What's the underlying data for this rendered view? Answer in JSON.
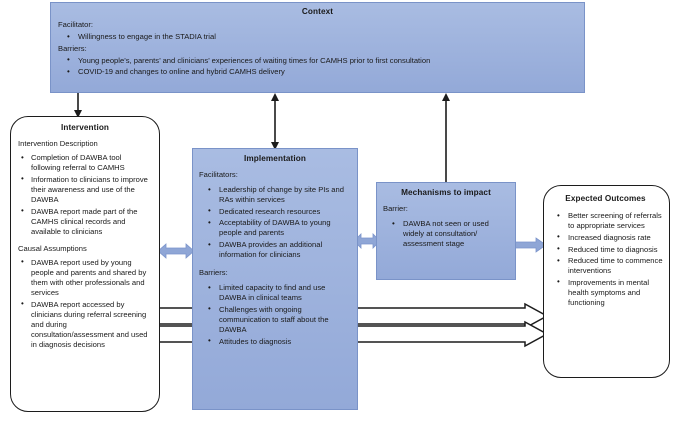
{
  "diagram": {
    "title": "Logic model: Context, Intervention, Implementation, Mechanisms to impact, Expected Outcomes",
    "colors": {
      "blue_fill": "#9db0da",
      "blue_border": "#7a93c8",
      "blue_arrow": "#8fa6d6",
      "outline": "#1c1c1c",
      "text": "#1a1a1a"
    }
  },
  "context": {
    "title": "Context",
    "facilitator_label": "Facilitator:",
    "facilitators": [
      "Willingness to engage in the STADIA trial"
    ],
    "barriers_label": "Barriers:",
    "barriers": [
      "Young people’s, parents’ and clinicians’ experiences of waiting times for CAMHS prior to first consultation",
      "COVID-19 and changes to online and hybrid CAMHS delivery"
    ]
  },
  "intervention": {
    "title": "Intervention",
    "description_label": "Intervention Description",
    "description_items": [
      "Completion of DAWBA tool following referral to CAMHS",
      "Information to clinicians to improve their awareness and use of the DAWBA",
      "DAWBA report made part of the CAMHS clinical records and available to clinicians"
    ],
    "assumptions_label": "Causal Assumptions",
    "assumptions_items": [
      "DAWBA report used by young people and parents and shared by them with other professionals and services",
      "DAWBA report accessed by clinicians during referral screening and during consultation/assessment and used in diagnosis decisions"
    ]
  },
  "implementation": {
    "title": "Implementation",
    "facilitators_label": "Facilitators:",
    "facilitators": [
      "Leadership of change by site PIs and RAs within services",
      "Dedicated research resources",
      "Acceptability of DAWBA to young people and parents",
      "DAWBA provides an additional information for clinicians"
    ],
    "barriers_label": "Barriers:",
    "barriers": [
      "Limited capacity to find and use DAWBA in clinical teams",
      "Challenges with ongoing communication to staff about the DAWBA",
      "Attitudes to diagnosis"
    ]
  },
  "mechanisms": {
    "title": "Mechanisms to impact",
    "barrier_label": "Barrier:",
    "barriers": [
      "DAWBA not seen or used widely at consultation/ assessment stage"
    ]
  },
  "outcomes": {
    "title": "Expected Outcomes",
    "items": [
      "Better screening of referrals to appropriate services",
      "Increased diagnosis rate",
      "Reduced time to diagnosis",
      "Reduced time to commence interventions",
      "Improvements in mental health symptoms and functioning"
    ]
  },
  "connectors": [
    {
      "name": "context-to-intervention",
      "style": "black-thin",
      "direction": "down"
    },
    {
      "name": "context-to-implementation",
      "style": "black-thin",
      "direction": "both-vertical"
    },
    {
      "name": "mechanisms-to-context",
      "style": "black-thin",
      "direction": "up"
    },
    {
      "name": "intervention-to-implementation",
      "style": "blue-thick",
      "direction": "both-horizontal"
    },
    {
      "name": "implementation-to-mechanisms",
      "style": "blue-thick",
      "direction": "both-horizontal"
    },
    {
      "name": "mechanisms-to-outcomes",
      "style": "blue-thick",
      "direction": "right"
    },
    {
      "name": "intervention-to-outcomes-upper",
      "style": "black-outline-block",
      "direction": "right"
    },
    {
      "name": "intervention-to-outcomes-lower",
      "style": "black-outline-block",
      "direction": "right"
    }
  ]
}
